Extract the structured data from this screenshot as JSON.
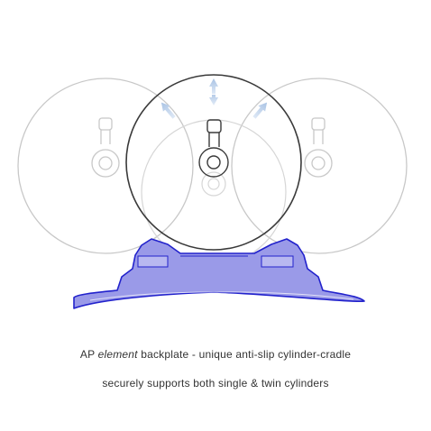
{
  "caption": {
    "line1_prefix": "AP ",
    "line1_emphasis": "element",
    "line1_suffix": " backplate - unique anti-slip cylinder-cradle",
    "line2": "securely supports both single & twin cylinders"
  },
  "colors": {
    "background": "#ffffff",
    "ghost_cylinder": "#c8c8c8",
    "main_cylinder": "#3a3a3a",
    "backplate_fill": "#9a9ae8",
    "backplate_edge": "#2222cc",
    "arrow": "#a9c3e4",
    "text": "#333333"
  },
  "icons": {
    "cylinder_valve": "valve-knob-icon",
    "movement_arrows": "arrow-icon"
  }
}
